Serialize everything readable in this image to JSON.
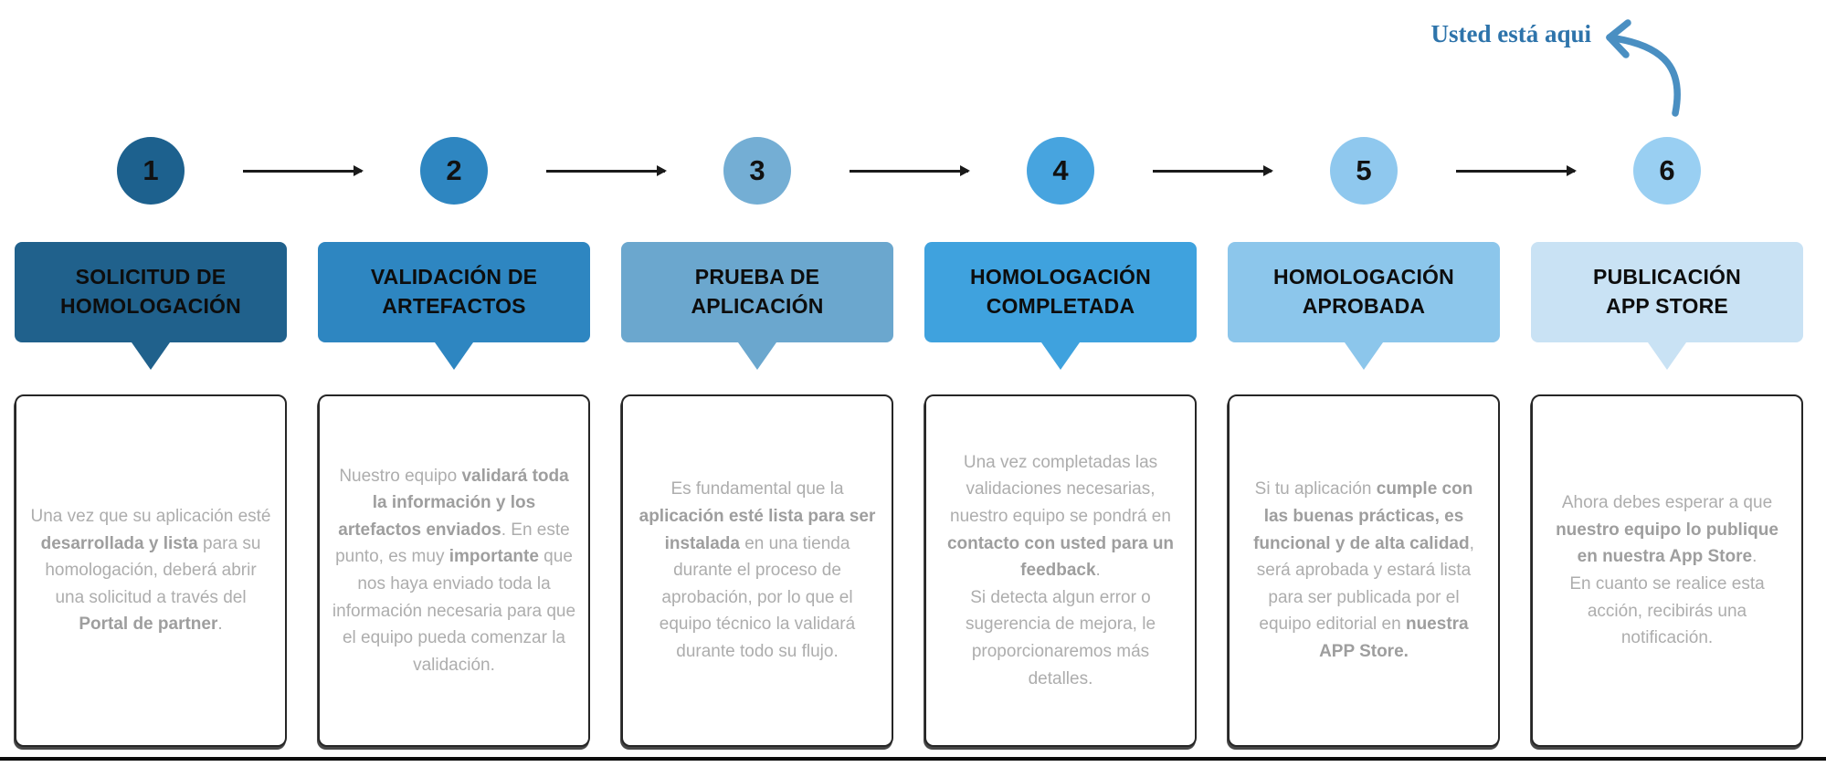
{
  "you_are_here": {
    "label": "Usted está aqui",
    "text_color": "#2e74ab",
    "arrow_color": "#4a8fc2"
  },
  "text_colors": {
    "body": "#adadad",
    "body_bold": "#9e9e9e",
    "title": "#0d0d0d",
    "number": "#111111"
  },
  "divider_color": "#0c0c0c",
  "connector_color": "#1a1a1a",
  "steps": [
    {
      "number": "1",
      "title_lines": [
        "SOLICITUD DE",
        "HOMOLOGACIÓN"
      ],
      "header_color": "#20618c",
      "circle_color": "#1d618e",
      "description": [
        {
          "t": "Una vez que su aplicación esté ",
          "b": false
        },
        {
          "t": "desarrollada y lista",
          "b": true
        },
        {
          "t": " para su homologación, deberá abrir una solicitud a través del ",
          "b": false
        },
        {
          "t": "Portal de partner",
          "b": true
        },
        {
          "t": ".",
          "b": false
        }
      ]
    },
    {
      "number": "2",
      "title_lines": [
        "VALIDACIÓN DE",
        "ARTEFACTOS"
      ],
      "header_color": "#2e86c1",
      "circle_color": "#2e86c1",
      "description": [
        {
          "t": "Nuestro equipo ",
          "b": false
        },
        {
          "t": "validará toda la información y los artefactos enviados",
          "b": true
        },
        {
          "t": ". En este punto, es muy ",
          "b": false
        },
        {
          "t": "importante",
          "b": true
        },
        {
          "t": " que nos haya enviado toda la información necesaria para que el equipo pueda comenzar la validación.",
          "b": false
        }
      ]
    },
    {
      "number": "3",
      "title_lines": [
        "PRUEBA DE",
        "APLICACIÓN"
      ],
      "header_color": "#6ba7ce",
      "circle_color": "#74aed4",
      "description": [
        {
          "t": "Es fundamental que la ",
          "b": false
        },
        {
          "t": "aplicación esté lista para ser instalada",
          "b": true
        },
        {
          "t": " en una tienda durante el proceso de aprobación, por lo que el equipo técnico la validará durante todo su flujo.",
          "b": false
        }
      ]
    },
    {
      "number": "4",
      "title_lines": [
        "HOMOLOGACIÓN",
        "COMPLETADA"
      ],
      "header_color": "#3fa2de",
      "circle_color": "#47a4df",
      "description": [
        {
          "t": "Una vez completadas las validaciones necesarias, nuestro equipo se pondrá en ",
          "b": false
        },
        {
          "t": "contacto con usted para un feedback",
          "b": true
        },
        {
          "t": ".\nSi detecta algun error o sugerencia de mejora, le proporcionaremos más detalles.",
          "b": false
        }
      ]
    },
    {
      "number": "5",
      "title_lines": [
        "HOMOLOGACIÓN",
        "APROBADA"
      ],
      "header_color": "#8cc6eb",
      "circle_color": "#8fc8ee",
      "description": [
        {
          "t": "Si tu aplicación ",
          "b": false
        },
        {
          "t": "cumple con las buenas prácticas, es funcional y de alta calidad",
          "b": true
        },
        {
          "t": ", será aprobada y estará lista para ser publicada por el equipo editorial en ",
          "b": false
        },
        {
          "t": "nuestra APP Store.",
          "b": true
        }
      ]
    },
    {
      "number": "6",
      "title_lines": [
        "PUBLICACIÓN",
        "APP STORE"
      ],
      "header_color": "#c9e2f4",
      "circle_color": "#99cff2",
      "description": [
        {
          "t": "Ahora debes esperar a que ",
          "b": false
        },
        {
          "t": "nuestro equipo lo publique en nuestra App Store",
          "b": true
        },
        {
          "t": ".\nEn cuanto se realice esta acción, recibirás una notificación.",
          "b": false
        }
      ]
    }
  ]
}
